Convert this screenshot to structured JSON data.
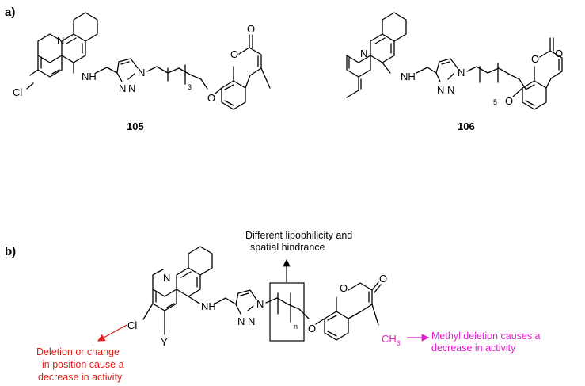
{
  "panel_a": {
    "label": "a)",
    "compound_105": {
      "label": "105",
      "chain_repeat": "3",
      "atoms": {
        "n_ring": "N",
        "nh": "NH",
        "n_triazole1": "N",
        "n_triazole2": "N",
        "n_triazole3": "N",
        "o_ether": "O",
        "o_ring": "O",
        "o_carbonyl": "O",
        "cl": "Cl"
      }
    },
    "compound_106": {
      "label": "106",
      "chain_repeat": "5",
      "atoms": {
        "n_ring": "N",
        "nh": "NH",
        "n_triazole1": "N",
        "n_triazole2": "N",
        "n_triazole3": "N",
        "o_ether": "O",
        "o_ring": "O",
        "o_carbonyl": "O"
      }
    }
  },
  "panel_b": {
    "label": "b)",
    "chain_repeat": "n",
    "atoms": {
      "n_ring": "N",
      "nh": "NH",
      "n_triazole1": "N",
      "n_triazole2": "N",
      "n_triazole3": "N",
      "o_ether": "O",
      "o_ring": "O",
      "o_carbonyl": "O",
      "cl": "Cl",
      "y": "Y",
      "ch3": "CH",
      "ch3_sub": "3"
    },
    "annotations": {
      "linker_line1": "Different lipophilicity and",
      "linker_line2": "spatial hindrance",
      "cl_line1": "Deletion or change",
      "cl_line2": "in position cause a",
      "cl_line3": "decrease in activity",
      "methyl_line1": "Methyl deletion causes a",
      "methyl_line2": "decrease in activity"
    },
    "colors": {
      "chlorine_note": "#e0201a",
      "methyl_note": "#e020d0"
    }
  }
}
